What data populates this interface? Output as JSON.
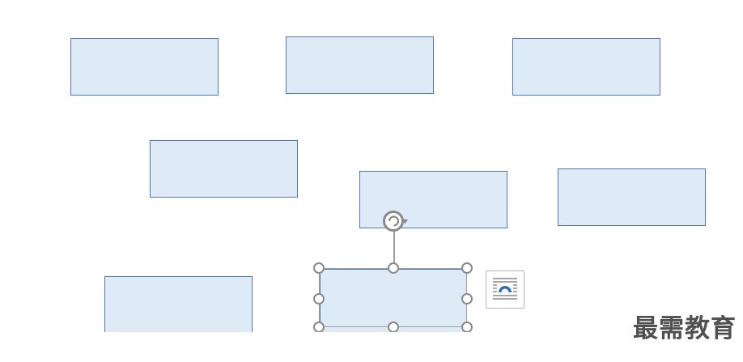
{
  "canvas": {
    "shape_fill": "#deebf7",
    "shape_border": "#4f79bb",
    "handle_color": "#8a8a8a",
    "background": "#ffffff"
  },
  "shapes": [
    {
      "name": "rectangle-shape-1",
      "selected": false
    },
    {
      "name": "rectangle-shape-2",
      "selected": false
    },
    {
      "name": "rectangle-shape-3",
      "selected": false
    },
    {
      "name": "rectangle-shape-4",
      "selected": false
    },
    {
      "name": "rectangle-shape-5",
      "selected": false
    },
    {
      "name": "rectangle-shape-6",
      "selected": false
    },
    {
      "name": "rectangle-shape-7",
      "selected": false
    },
    {
      "name": "rectangle-shape-8",
      "selected": true
    }
  ],
  "selection": {
    "rotate_icon": "rotate-icon",
    "layout_options_icon": "layout-options-icon",
    "resize_handle_icon": "resize-handle-icon"
  },
  "watermark": {
    "text": "最需教育"
  }
}
